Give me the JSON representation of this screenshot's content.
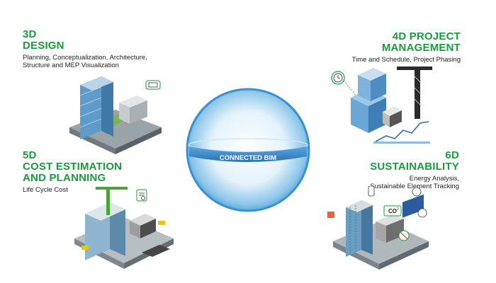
{
  "design3d": {
    "title_line1": "3D",
    "title_line2": "DESIGN",
    "desc_line1": "Planning, Conceptualization, Architecture,",
    "desc_line2": "Structure and MEP Visualization"
  },
  "pm4d": {
    "title_line1": "4D PROJECT",
    "title_line2": "MANAGEMENT",
    "desc_line1": "Time and Schedule, Project Phasing"
  },
  "cost5d": {
    "title_line1": "5D",
    "title_line2": "COST ESTIMATION",
    "title_line3": "AND PLANNING",
    "desc_line1": "Life Cycle Cost"
  },
  "sust6d": {
    "title_line1": "6D",
    "title_line2": "SUSTAINABILITY",
    "desc_line1": "Energy Analysis,",
    "desc_line2": "Sustainable Element Tracking"
  },
  "center": {
    "label": "CONNECTED BIM"
  },
  "icons": {
    "co2_label": "CO",
    "co2_sub": "2"
  },
  "colors": {
    "accent": "#1a9b3c",
    "sphere": "#3d9ad6",
    "band": "#2f7fc4"
  }
}
